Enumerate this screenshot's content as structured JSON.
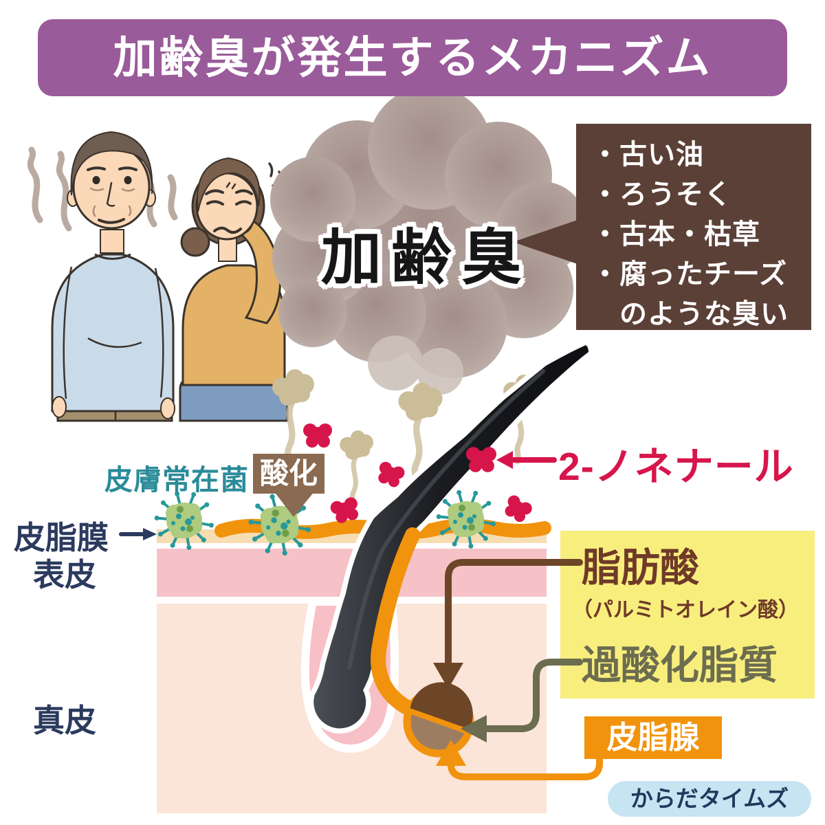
{
  "header": {
    "title": "加齢臭が発生するメカニズム"
  },
  "cloud": {
    "label": "加齢臭"
  },
  "odor_box": {
    "items": [
      "・古い油",
      "・ろうそく",
      "・古本・枯草",
      "・腐ったチーズ",
      "　のような臭い"
    ]
  },
  "diagram": {
    "skin_bacteria_label": "皮膚常在菌",
    "oxidation_label": "酸化",
    "nonenal_label": "2-ノネナール",
    "sebum_film_label": "皮脂膜",
    "epidermis_label": "表皮",
    "dermis_label": "真皮",
    "fatty_acid_label": "脂肪酸",
    "fatty_acid_sub_label": "（パルミトオレイン酸）",
    "lipid_peroxide_label": "過酸化脂質",
    "sebaceous_gland_label": "皮脂腺"
  },
  "credit": {
    "label": "からだタイムズ"
  },
  "colors": {
    "header_bg": "#9a5b9a",
    "odor_box_bg": "#5b4037",
    "cloud_gray": "#b3a29c",
    "nonenal_red": "#d6164b",
    "bacteria_teal": "#2b8b99",
    "germ_green": "#aecb7f",
    "oxidation_brown": "#8a6a50",
    "label_navy": "#2b3a5e",
    "sebum_orange": "#f1930d",
    "skin_cream": "#f7ddb2",
    "epidermis_pink": "#f6c2c7",
    "dermis_pink": "#fbe4d8",
    "highlight_yellow": "#f8ee7d",
    "fatty_acid_brown": "#6f3a28",
    "peroxide_olive": "#6c6c50",
    "gland_dark": "#6d4527",
    "gland_tan": "#9d7d62",
    "smoke_tan": "#cbbd98",
    "credit_bg": "#c7e4f3"
  }
}
